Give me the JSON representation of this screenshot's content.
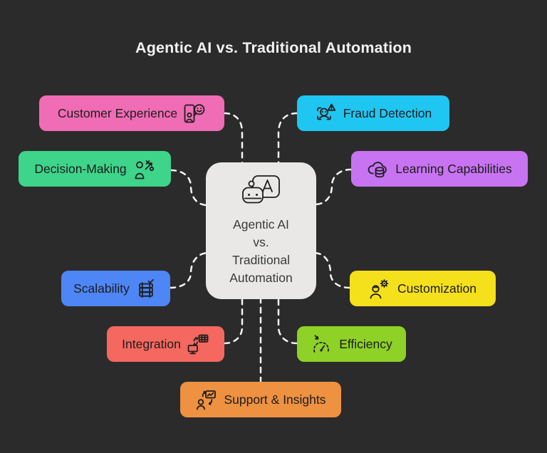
{
  "page": {
    "background": "#2b2b2b",
    "title_color": "#f2f2f2"
  },
  "header": {
    "title": "Agentic AI vs. Traditional Automation"
  },
  "center_node": {
    "label": "Agentic AI vs. Traditional Automation",
    "lines": [
      "Agentic AI",
      "vs.",
      "Traditional",
      "Automation"
    ],
    "icon": "robot-chat-icon",
    "background": "#e9e8e7",
    "text_color": "#3a3a3a"
  },
  "connectors": {
    "color": "#f5f5f5",
    "style": "dashed"
  },
  "nodes": [
    {
      "id": "customer-experience",
      "label": "Customer Experience",
      "icon": "customer-smiley-kiosk-icon",
      "color": "#f06cb4",
      "icon_side": "right"
    },
    {
      "id": "fraud-detection",
      "label": "Fraud Detection",
      "icon": "face-scan-alert-icon",
      "color": "#1fc6f2",
      "icon_side": "left"
    },
    {
      "id": "decision-making",
      "label": "Decision-Making",
      "icon": "person-strategy-icon",
      "color": "#3ed48a",
      "icon_side": "right"
    },
    {
      "id": "learning-capabilities",
      "label": "Learning Capabilities",
      "icon": "cloud-database-icon",
      "color": "#c874f2",
      "icon_side": "left"
    },
    {
      "id": "scalability",
      "label": "Scalability",
      "icon": "server-check-icon",
      "color": "#4e86f5",
      "icon_side": "right"
    },
    {
      "id": "customization",
      "label": "Customization",
      "icon": "person-gear-icon",
      "color": "#f5e01c",
      "icon_side": "left"
    },
    {
      "id": "integration",
      "label": "Integration",
      "icon": "monitor-sync-grid-icon",
      "color": "#f4685f",
      "icon_side": "right"
    },
    {
      "id": "efficiency",
      "label": "Efficiency",
      "icon": "gauge-arrow-icon",
      "color": "#8ed127",
      "icon_side": "left"
    },
    {
      "id": "support-insights",
      "label": "Support & Insights",
      "icon": "person-chart-sync-icon",
      "color": "#ee9140",
      "icon_side": "left"
    }
  ]
}
